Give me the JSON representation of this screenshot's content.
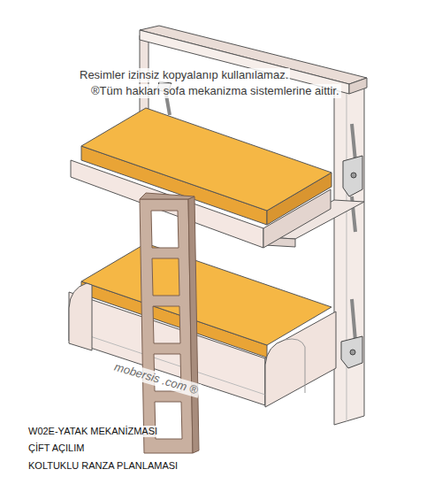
{
  "diagram": {
    "labels": [
      "Resimler izinsiz kopyalanıp kullanılamaz.",
      "®Tüm hakları sofa mekanizma sistemlerine aittir.",
      "mobersis .com ®",
      "W02E-YATAK MEKANİZMASI",
      "ÇİFT AÇILIM",
      "KOLTUKLU RANZA PLANLAMASI"
    ]
  }
}
